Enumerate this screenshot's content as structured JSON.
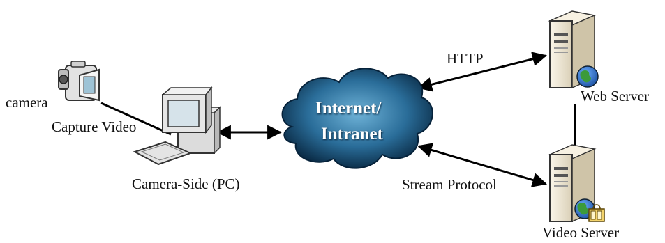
{
  "nodes": {
    "camera": {
      "label": "camera",
      "icon": "camcorder-icon"
    },
    "capture": {
      "label": "Capture Video"
    },
    "pc": {
      "label": "Camera-Side (PC)",
      "icon": "desktop-computer-icon"
    },
    "cloud": {
      "line1": "Internet/",
      "line2": "Intranet",
      "icon": "cloud-icon"
    },
    "web_server": {
      "label": "Web Server",
      "icon": "server-globe-icon"
    },
    "video_server": {
      "label": "Video Server",
      "icon": "server-globe-film-icon"
    }
  },
  "edges": {
    "http": {
      "label": "HTTP"
    },
    "stream": {
      "label": "Stream Protocol"
    }
  },
  "colors": {
    "cloud_dark": "#0b3050",
    "cloud_light": "#5fa6cf",
    "line": "#000000",
    "server_body": "#f2ead6",
    "globe_blue": "#1f5fb8",
    "globe_green": "#3b9a3b"
  }
}
